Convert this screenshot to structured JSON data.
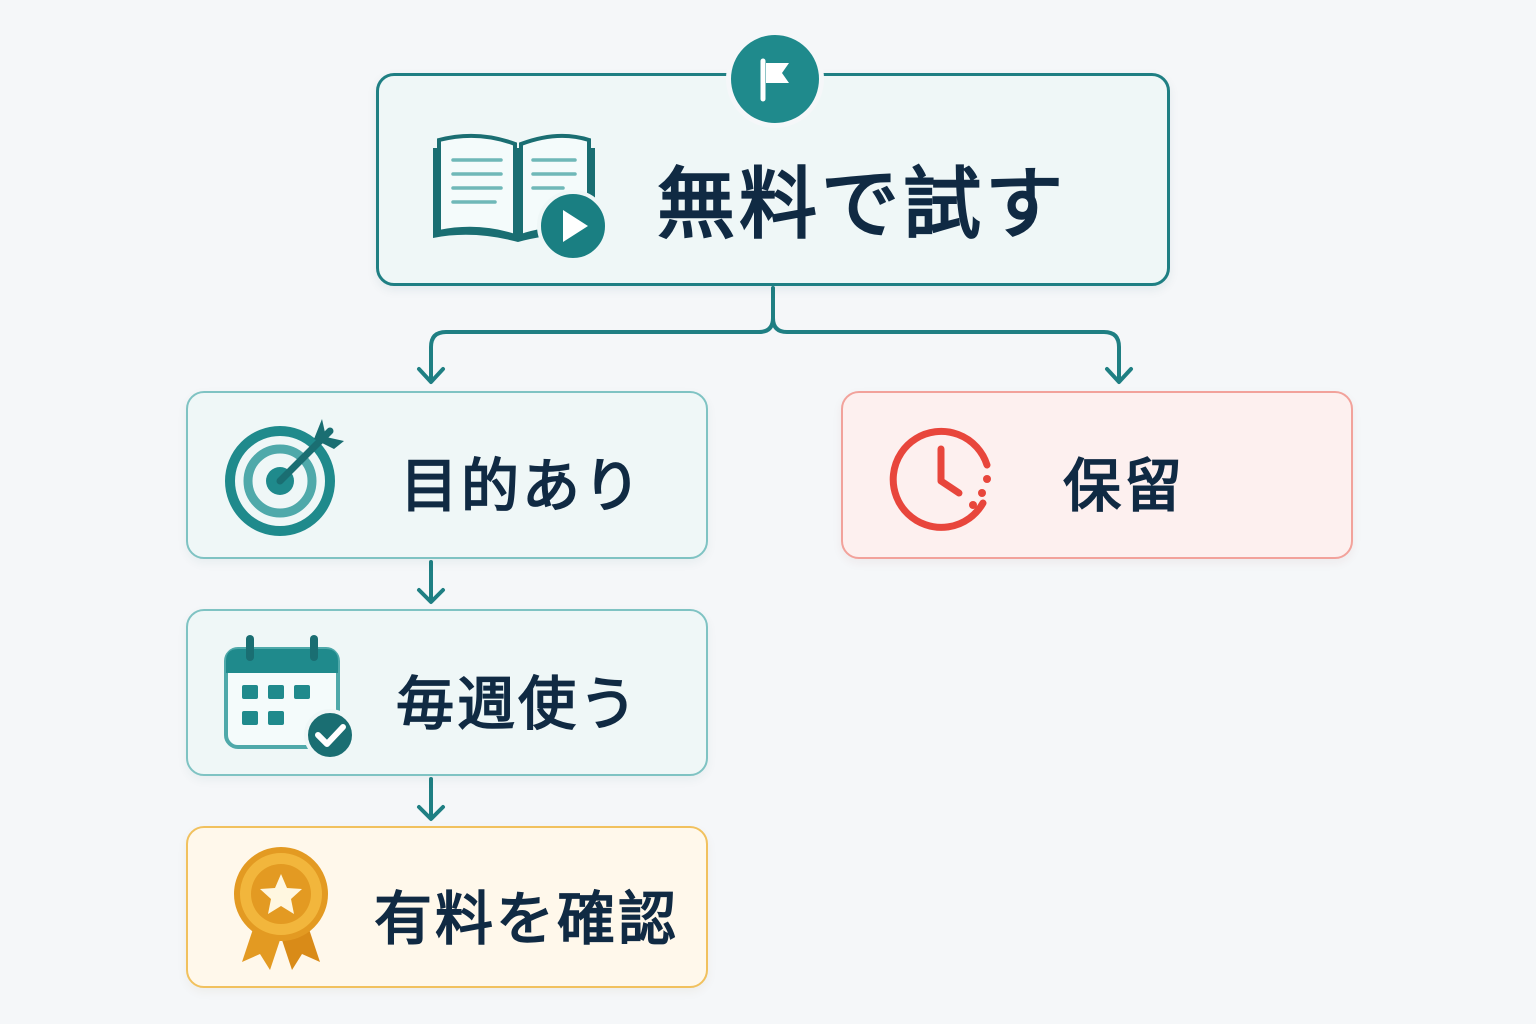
{
  "diagram": {
    "start": {
      "label": "無料で試す",
      "icon": "book-play-icon",
      "badge_icon": "flag-icon"
    },
    "purpose": {
      "label": "目的あり",
      "icon": "target-arrow-icon"
    },
    "weekly": {
      "label": "毎週使う",
      "icon": "calendar-check-icon"
    },
    "paid": {
      "label": "有料を確認",
      "icon": "medal-star-icon"
    },
    "hold": {
      "label": "保留",
      "icon": "clock-icon"
    }
  },
  "colors": {
    "teal": "#1f7f83",
    "teal_light": "#7fc3c3",
    "red": "#e8463c",
    "gold": "#e9a42a",
    "text": "#102a43"
  }
}
